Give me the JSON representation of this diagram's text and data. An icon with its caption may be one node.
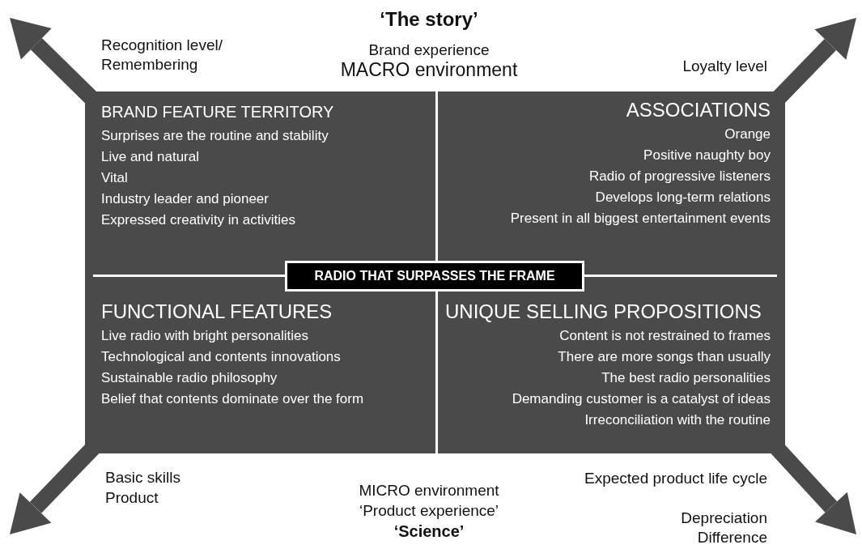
{
  "diagram": {
    "nodes": [
      {
        "text": [
          "BRAND FEATURE TERRITORY",
          "Surprises are the routine and stability",
          "Live and natural",
          "Vital",
          "Industry leader and pioneer",
          "Expressed creativity in activities"
        ]
      },
      {
        "text": [
          "ASSOCIATIONS",
          "Orange",
          "Positive naughty boy",
          "Radio of progressive listeners",
          "Develops long-term relations",
          "Present in all biggest entertainment events"
        ]
      },
      {
        "text": [
          "FUNCTIONAL FEATURES",
          "Live radio with bright personalities",
          "Technological and contents innovations",
          "Sustainable radio philosophy",
          "Belief that contents dominate over the form"
        ]
      },
      {
        "text": [
          "UNIQUE  SELLING PROPOSITIONS",
          "Content is not restrained to frames",
          "There are more songs than usually",
          "The best radio personalities",
          "Demanding customer is a catalyst of ideas",
          "Irreconciliation with the routine"
        ]
      },
      {
        "text": [
          "RADIO THAT SURPASSES THE FRAME"
        ]
      }
    ],
    "labels": [
      "‘The story’",
      "Brand experience",
      "MACRO environment",
      "Recognition level/ Remembering",
      "Loyalty level",
      "Basic skills",
      "Product",
      "MICRO environment",
      "‘Product experience’",
      "‘Science’",
      "Expected product life cycle",
      "Depreciation",
      "Difference"
    ]
  }
}
